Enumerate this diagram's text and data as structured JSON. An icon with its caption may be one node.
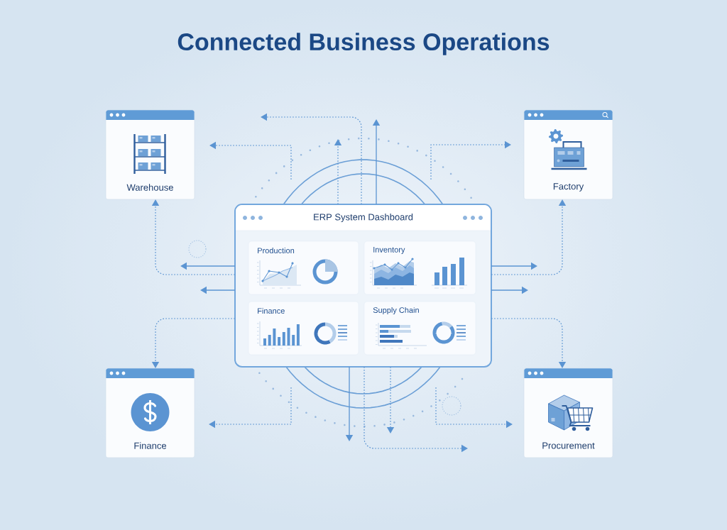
{
  "diagram": {
    "title": "Connected Business Operations",
    "nodes": [
      {
        "text": [
          "Warehouse"
        ]
      },
      {
        "text": [
          "Factory"
        ]
      },
      {
        "text": [
          "ERP System Dashboard"
        ]
      },
      {
        "text": [
          "Production"
        ],
        "in": 2
      },
      {
        "text": [
          "Inventory"
        ],
        "in": 2
      },
      {
        "text": [
          "Finance"
        ],
        "in": 2
      },
      {
        "text": [
          "Supply Chain"
        ],
        "in": 2
      },
      {
        "text": [
          "Finance"
        ]
      },
      {
        "text": [
          "Procurement"
        ]
      }
    ],
    "edges": [
      {
        "from": 2,
        "to": 0,
        "arrow": "to",
        "style": "dashed"
      },
      {
        "from": 2,
        "to": 1,
        "arrow": "to",
        "style": "dashed"
      },
      {
        "from": 2,
        "to": 7,
        "arrow": "to",
        "style": "dashed"
      },
      {
        "from": 2,
        "to": 8,
        "arrow": "to",
        "style": "dashed"
      },
      {
        "from": 2,
        "to": null,
        "arrow": "to"
      },
      {
        "from": 2,
        "to": null,
        "arrow": "to"
      },
      {
        "from": 2,
        "to": null,
        "arrow": "to"
      },
      {
        "from": 2,
        "to": null,
        "arrow": "to"
      },
      {
        "from": 2,
        "to": null,
        "arrow": "to"
      },
      {
        "from": 2,
        "to": null,
        "arrow": "to",
        "style": "dashed"
      },
      {
        "from": 2,
        "to": null,
        "arrow": "to",
        "style": "dashed"
      },
      {
        "from": 2,
        "to": null,
        "arrow": "to"
      },
      {
        "from": 2,
        "to": null,
        "arrow": "to",
        "style": "dashed"
      },
      {
        "from": 2,
        "to": null,
        "arrow": "to",
        "style": "dashed"
      }
    ]
  }
}
